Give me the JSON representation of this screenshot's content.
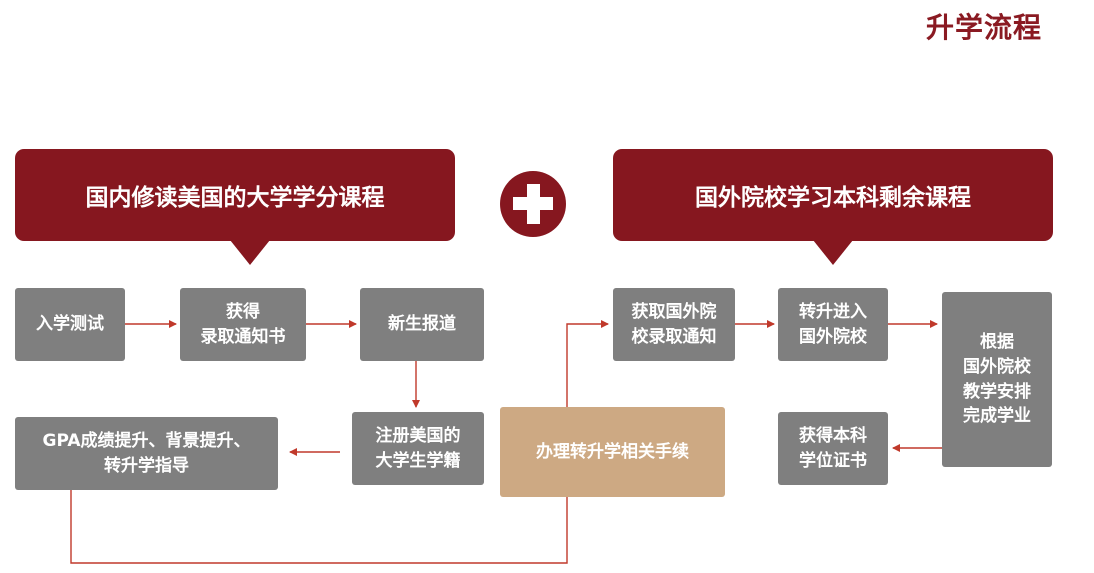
{
  "title": "升学流程",
  "banners": {
    "left": "国内修读美国的大学学分课程",
    "right": "国外院校学习本科剩余课程"
  },
  "steps": {
    "entrance_test": "入学测试",
    "admission_letter": "获得\n录取通知书",
    "new_student_report": "新生报道",
    "register_status": "注册美国的\n大学生学籍",
    "gpa_improve": "GPA成绩提升、背景提升、\n转升学指导",
    "transfer_procedures": "办理转升学相关手续",
    "foreign_offer": "获取国外院\n校录取通知",
    "transfer_enter": "转升进入\n国外院校",
    "complete_studies": "根据\n国外院校\n教学安排\n完成学业",
    "bachelor_degree": "获得本科\n学位证书"
  },
  "colors": {
    "brand": "#86171f",
    "step_box": "#7f7f7f",
    "highlight_box": "#cda983",
    "arrow": "#c0392b"
  }
}
